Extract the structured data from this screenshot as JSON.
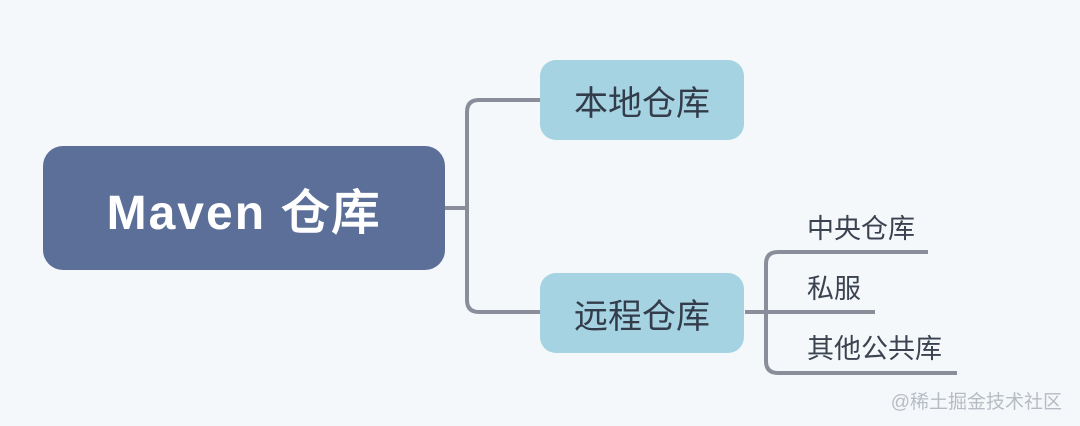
{
  "diagram": {
    "type": "mindmap",
    "root": {
      "label": "Maven 仓库",
      "children": [
        {
          "label": "本地仓库",
          "children": []
        },
        {
          "label": "远程仓库",
          "children": [
            {
              "label": "中央仓库"
            },
            {
              "label": "私服"
            },
            {
              "label": "其他公共库"
            }
          ]
        }
      ]
    }
  },
  "watermark": "@稀土掘金技术社区",
  "colors": {
    "background": "#f5f8fb",
    "root_node_fill": "#5b6f99",
    "root_node_text": "#ffffff",
    "branch_node_fill": "#a6d3e2",
    "branch_node_text": "#333c4a",
    "leaf_text": "#3b4351",
    "connector_line": "#8a8e9a",
    "watermark_text": "#b7bbc3"
  }
}
